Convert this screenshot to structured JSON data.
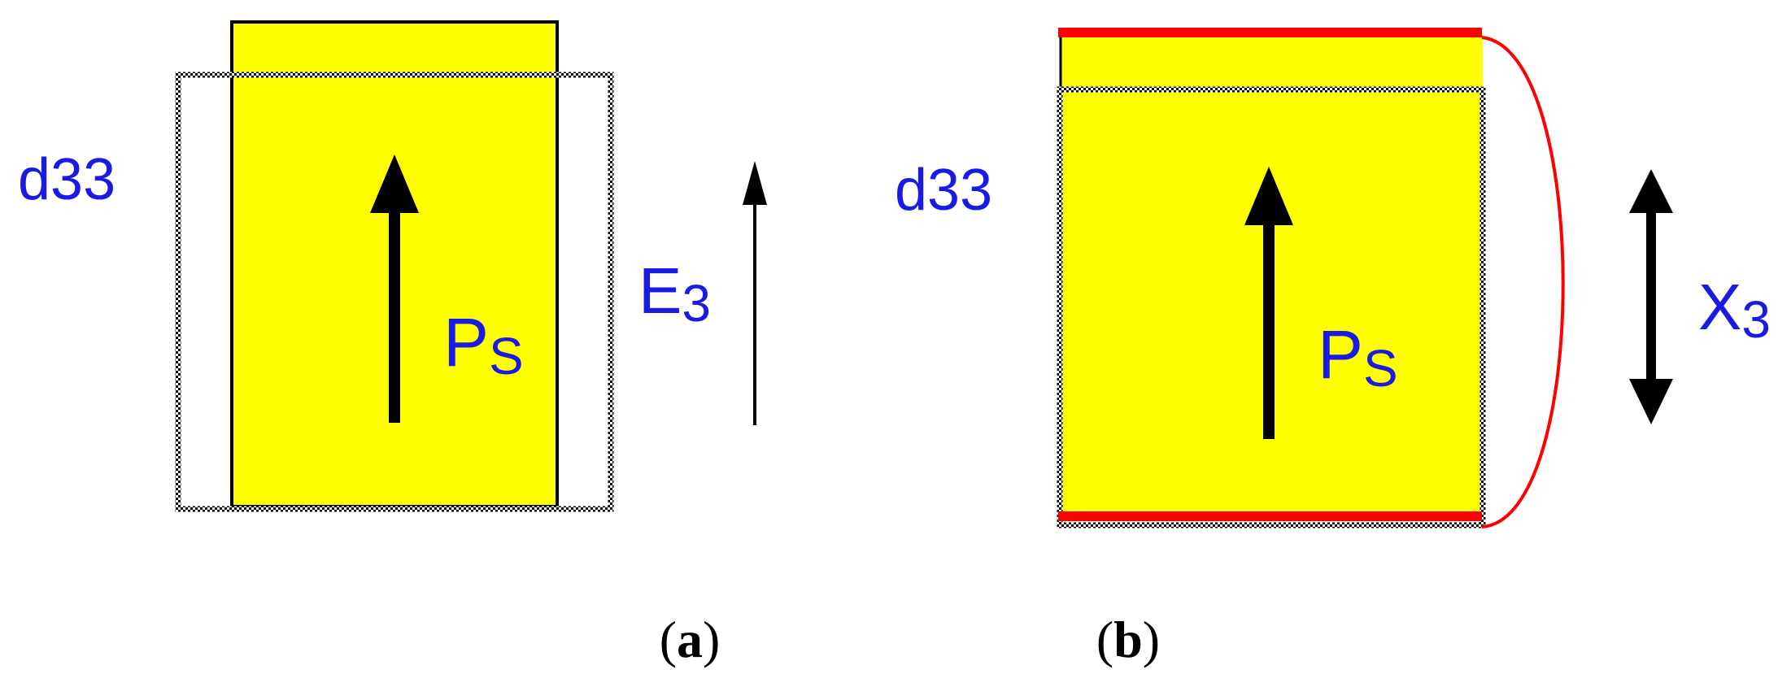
{
  "colors": {
    "piezo_fill": "#ffff00",
    "label_blue": "#1a1ae6",
    "electrode_red": "#ff0000",
    "outline": "#000000"
  },
  "panel_a": {
    "coefficient_label": "d33",
    "polarization": {
      "base": "P",
      "sub": "S"
    },
    "field": {
      "base": "E",
      "sub": "3"
    },
    "caption": {
      "open": "(",
      "letter": "a",
      "close": ")"
    }
  },
  "panel_b": {
    "coefficient_label": "d33",
    "polarization": {
      "base": "P",
      "sub": "S"
    },
    "stress": {
      "base": "X",
      "sub": "3"
    },
    "caption": {
      "open": "(",
      "letter": "b",
      "close": ")"
    }
  }
}
